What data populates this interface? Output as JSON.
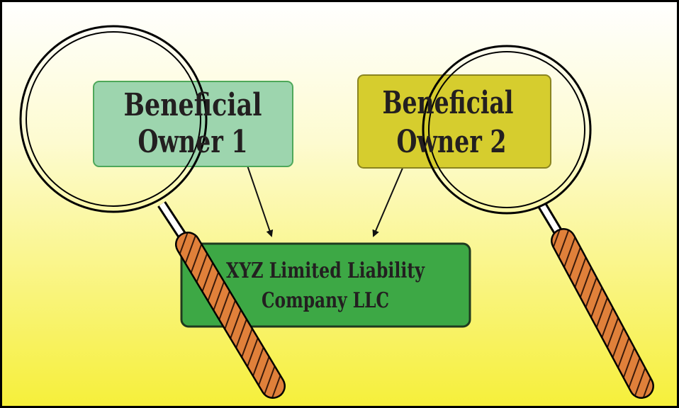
{
  "diagram": {
    "owner1": {
      "line1": "Beneficial",
      "line2": "Owner 1"
    },
    "owner2": {
      "line1": "Beneficial",
      "line2": "Owner 2"
    },
    "company": {
      "line1": "XYZ Limited Liability",
      "line2": "Company LLC"
    }
  },
  "colors": {
    "owner1_fill": "#9dd5ae",
    "owner2_fill": "#d6cd2e",
    "company_fill": "#3da845",
    "handle": "#e0803a",
    "background_top": "#ffffff",
    "background_bottom": "#f6ef3a"
  }
}
